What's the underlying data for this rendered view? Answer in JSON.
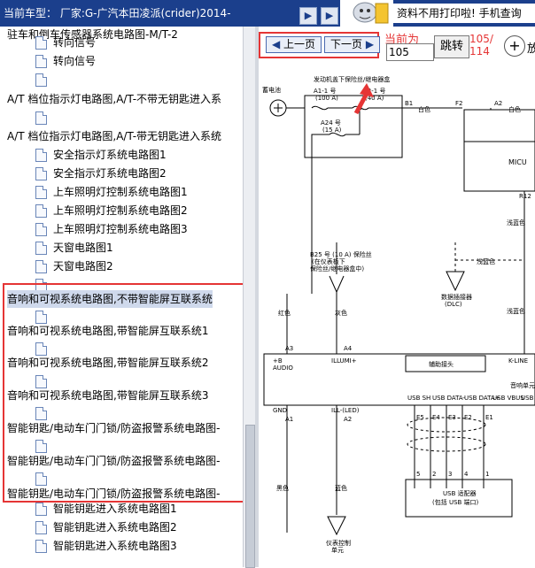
{
  "header": {
    "title": "当前车型： 厂家:G-广汽本田凌派(crider)2014-",
    "promo": "资料不用打印啦! 手机查询",
    "arrows": [
      "▶",
      "▶"
    ]
  },
  "tree": {
    "items": [
      {
        "label": "驻车和倒车传感器系统电路图-M/T-2"
      },
      {
        "label": "转向信号"
      },
      {
        "label": "转向信号"
      },
      {
        "label": ""
      },
      {
        "label": "A/T 档位指示灯电路图,A/T-不带无钥匙进入系"
      },
      {
        "label": ""
      },
      {
        "label": "A/T 档位指示灯电路图,A/T-带无钥匙进入系统"
      },
      {
        "label": "安全指示灯系统电路图1"
      },
      {
        "label": "安全指示灯系统电路图2"
      },
      {
        "label": "上车照明灯控制系统电路图1"
      },
      {
        "label": "上车照明灯控制系统电路图2"
      },
      {
        "label": "上车照明灯控制系统电路图3"
      },
      {
        "label": "天窗电路图1"
      },
      {
        "label": "天窗电路图2"
      },
      {
        "label": ""
      },
      {
        "label": "音响和可视系统电路图,不带智能屏互联系统"
      },
      {
        "label": ""
      },
      {
        "label": "音响和可视系统电路图,带智能屏互联系统1"
      },
      {
        "label": ""
      },
      {
        "label": "音响和可视系统电路图,带智能屏互联系统2"
      },
      {
        "label": ""
      },
      {
        "label": "音响和可视系统电路图,带智能屏互联系统3"
      },
      {
        "label": ""
      },
      {
        "label": "智能钥匙/电动车门门锁/防盗报警系统电路图-"
      },
      {
        "label": ""
      },
      {
        "label": "智能钥匙/电动车门门锁/防盗报警系统电路图-"
      },
      {
        "label": ""
      },
      {
        "label": "智能钥匙/电动车门门锁/防盗报警系统电路图-"
      },
      {
        "label": "智能钥匙进入系统电路图1"
      },
      {
        "label": "智能钥匙进入系统电路图2"
      },
      {
        "label": "智能钥匙进入系统电路图3"
      }
    ]
  },
  "toolbar": {
    "prev_label": "上一页",
    "next_label": "下一页",
    "current_label": "当前为",
    "page_value": "105",
    "jump_label": "跳转",
    "total_line1": "105/",
    "total_line2": "114",
    "zoom_label": "放"
  },
  "diagram": {
    "battery": "蓄电池",
    "engine_box": "发动机盖下保险丝/继电器盒",
    "fuse_a1_1": "A1-1 号",
    "fuse_a1_1_rating": "(100 A)",
    "fuse_a2_1": "A2-1 号",
    "fuse_a2_1_rating": "(40 A)",
    "fuse_a24": "A24 号",
    "fuse_a24_rating": "(15 A)",
    "b1": "B1",
    "white1": "白色",
    "f2": "F2",
    "a2": "A2",
    "white2": "白色",
    "micu": "MICU",
    "r12": "R12",
    "lightgreen1": "浅蓝色",
    "lightgreen2": "浅蓝色",
    "lightgreen3": "浅蓝色",
    "b25_fuse": "B25 号 (10 A) 保险丝",
    "b25_loc1": "(在仪表板下",
    "b25_loc2": "保险丝/继电器盒中)",
    "dlc_label": "数据插接器",
    "dlc_code": "(DLC)",
    "red": "红色",
    "gray": "灰色",
    "a3": "A3",
    "a4": "A4",
    "plus_b": "+B",
    "audio": "AUDIO",
    "illum": "ILLUMI+",
    "aux": "辅助接头",
    "kline": "K-LINE",
    "audio_unit": "音响单元",
    "gnd": "GND",
    "ill_led": "ILL-(LED)",
    "pin_a1": "A1",
    "pin_a2": "A2",
    "usb_sh": "USB SH",
    "usb_data_minus": "USB DATA-",
    "usb_data_plus": "USB DATA+",
    "usb_vbus": "USB VBUS",
    "usb_gn": "USB GN",
    "e5": "E5",
    "e4": "E4",
    "e3": "E3",
    "e2": "E2",
    "e1": "E1",
    "n5": "5",
    "n2": "2",
    "n3": "3",
    "n4": "4",
    "n1": "1",
    "black": "黑色",
    "blue": "蓝色",
    "usb_adapter": "USB 适配器",
    "usb_port": "(包括 USB 端口)",
    "dash_unit1": "仪表控制",
    "dash_unit2": "单元"
  },
  "colors": {
    "header_bg": "#1b3f8c",
    "highlight_red": "#e53535",
    "selected_bg": "#cfd9ec"
  },
  "icons": [
    "document-icon",
    "arrow-right-icon",
    "zoom-in-icon",
    "battery-icon",
    "ground-icon"
  ]
}
